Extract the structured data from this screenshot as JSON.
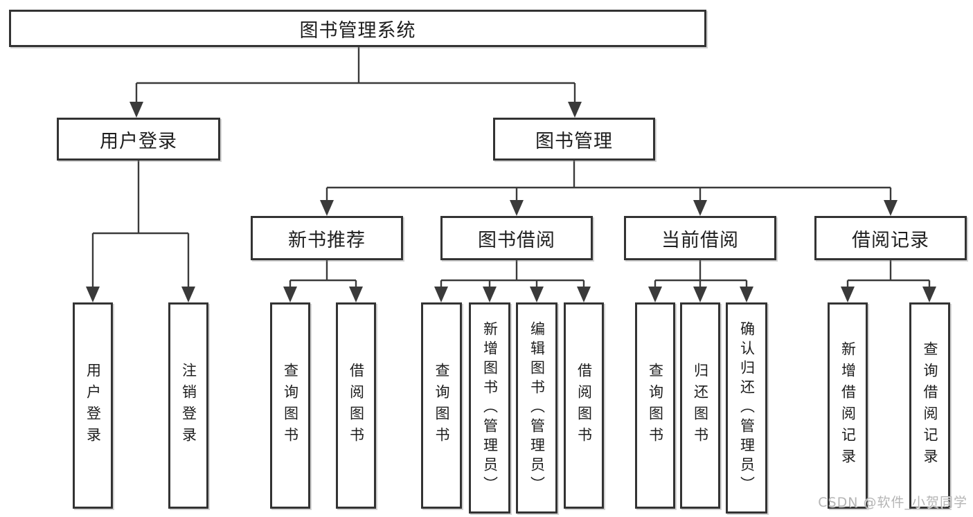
{
  "title": "图书管理系统",
  "watermark": "CSDN @软件_小贺同学",
  "colors": {
    "background": "#ffffff",
    "box_border": "#333333",
    "connector_line": "#3a3a3a",
    "text": "#1d1d1d",
    "watermark": "#b5b5b5"
  },
  "nodes": {
    "system": "图书管理系统",
    "user_login": "用户登录",
    "book_management": "图书管理",
    "new_book_recommendation": "新书推荐",
    "book_borrowing": "图书借阅",
    "current_borrowing": "当前借阅",
    "borrowing_records": "借阅记录",
    "leaf_user_login": "用户登录",
    "leaf_logout": "注销登录",
    "leaf_nb_query_books": "查询图书",
    "leaf_nb_borrow_books": "借阅图书",
    "leaf_bb_query_books": "查询图书",
    "leaf_bb_add_books_admin": "新增图书（管理员）",
    "leaf_bb_edit_books_admin": "编辑图书（管理员）",
    "leaf_bb_borrow_books": "借阅图书",
    "leaf_cb_query_books": "查询图书",
    "leaf_cb_return_books": "归还图书",
    "leaf_cb_confirm_return_admin": "确认归还（管理员）",
    "leaf_br_add_record": "新增借阅记录",
    "leaf_br_query_record": "查询借阅记录"
  },
  "hierarchy": {
    "图书管理系统": [
      "用户登录",
      "图书管理"
    ],
    "用户登录": [
      "用户登录",
      "注销登录"
    ],
    "图书管理": [
      "新书推荐",
      "图书借阅",
      "当前借阅",
      "借阅记录"
    ],
    "新书推荐": [
      "查询图书",
      "借阅图书"
    ],
    "图书借阅": [
      "查询图书",
      "新增图书（管理员）",
      "编辑图书（管理员）",
      "借阅图书"
    ],
    "当前借阅": [
      "查询图书",
      "归还图书",
      "确认归还（管理员）"
    ],
    "借阅记录": [
      "新增借阅记录",
      "查询借阅记录"
    ]
  }
}
